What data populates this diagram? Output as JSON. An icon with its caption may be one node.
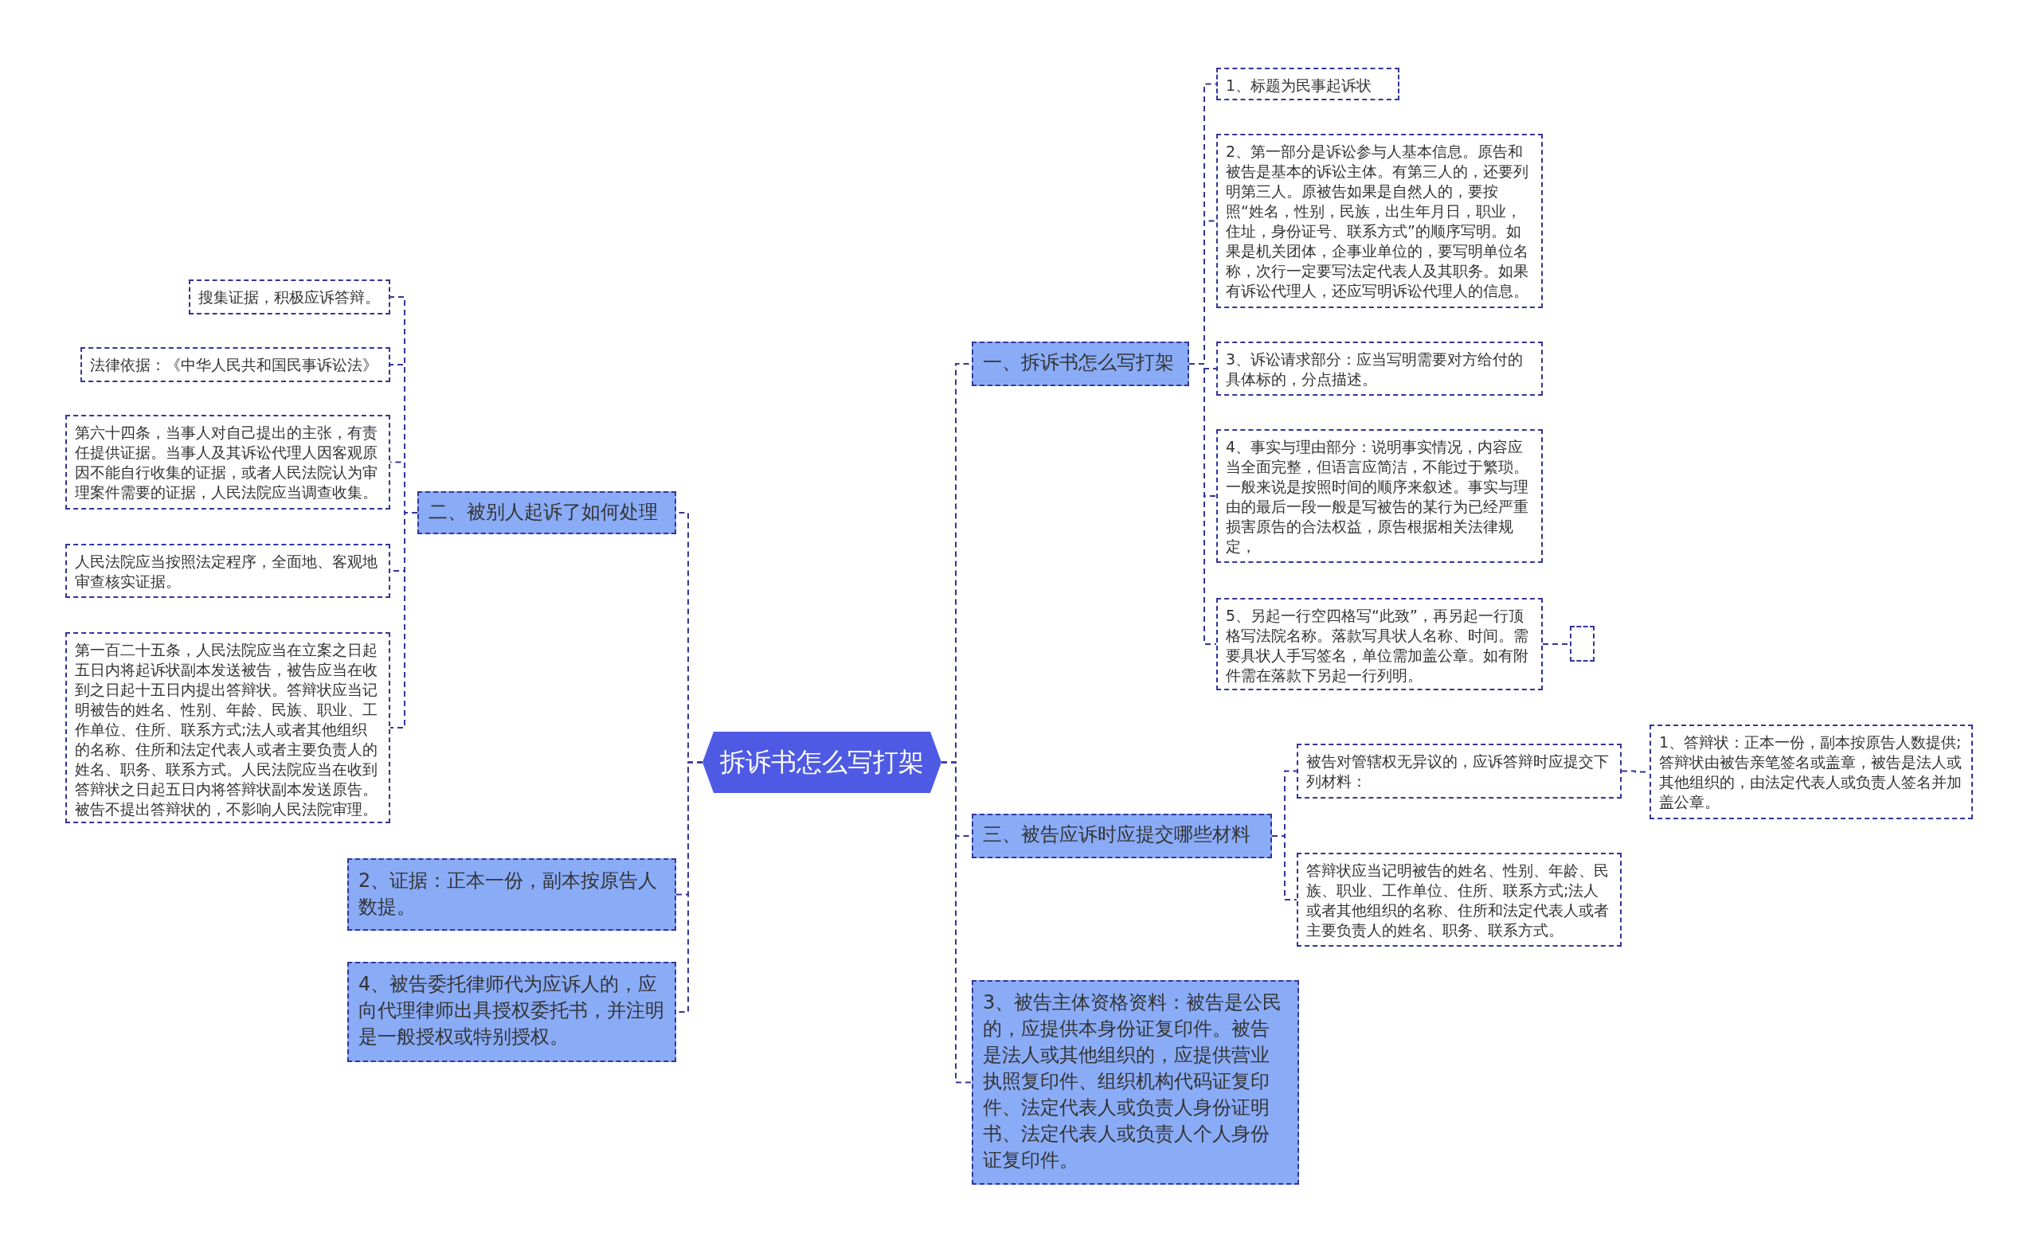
{
  "diagram": {
    "nodes": [
      {
        "text": [
          "拆诉书怎么写打架"
        ]
      },
      {
        "text": [
          "一、拆诉书怎么写打架"
        ]
      },
      {
        "text": [
          "1、标题为民事起诉状"
        ]
      },
      {
        "text": [
          "2、第一部分是诉讼参与人基本信息。原告和被告是基本的诉讼主体。有第三人的，还要列明第三人。原被告如果是自然人的，要按照“姓名，性别，民族，出生年月日，职业，住址，身份证号、联系方式”的顺序写明。如果是机关团体，企事业单位的，要写明单位名称，次行一定要写法定代表人及其职务。如果有诉讼代理人，还应写明诉讼代理人的信息。"
        ]
      },
      {
        "text": [
          "3、诉讼请求部分：应当写明需要对方给付的具体标的，分点描述。"
        ]
      },
      {
        "text": [
          "4、事实与理由部分：说明事实情况，内容应当全面完整，但语言应简洁，不能过于繁琐。一般来说是按照时间的顺序来叙述。事实与理由的最后一段一般是写被告的某行为已经严重损害原告的合法权益，原告根据相关法律规定，"
        ]
      },
      {
        "text": [
          "5、另起一行空四格写“此致”，再另起一行顶格写法院名称。落款写具状人名称、时间。需要具状人手写签名，单位需加盖公章。如有附件需在落款下另起一行列明。"
        ]
      },
      {
        "text": [],
        "shape": "box"
      },
      {
        "text": [
          "三、被告应诉时应提交哪些材料"
        ]
      },
      {
        "text": [
          "被告对管辖权无异议的，应诉答辩时应提交下列材料："
        ]
      },
      {
        "text": [
          "1、答辩状：正本一份，副本按原告人数提供;答辩状由被告亲笔签名或盖章，被告是法人或其他组织的，由法定代表人或负责人签名并加盖公章。"
        ]
      },
      {
        "text": [
          "答辩状应当记明被告的姓名、性别、年龄、民族、职业、工作单位、住所、联系方式;法人或者其他组织的名称、住所和法定代表人或者主要负责人的姓名、职务、联系方式。"
        ]
      },
      {
        "text": [
          "3、被告主体资格资料：被告是公民的，应提供本身份证复印件。被告是法人或其他组织的，应提供营业执照复印件、组织机构代码证复印件、法定代表人或负责人身份证明书、法定代表人或负责人个人身份证复印件。"
        ]
      },
      {
        "text": [
          "二、被别人起诉了如何处理"
        ]
      },
      {
        "text": [
          "搜集证据，积极应诉答辩。"
        ]
      },
      {
        "text": [
          "法律依据：《中华人民共和国民事诉讼法》"
        ]
      },
      {
        "text": [
          "第六十四条，当事人对自己提出的主张，有责任提供证据。当事人及其诉讼代理人因客观原因不能自行收集的证据，或者人民法院认为审理案件需要的证据，人民法院应当调查收集。"
        ]
      },
      {
        "text": [
          "人民法院应当按照法定程序，全面地、客观地审查核实证据。"
        ]
      },
      {
        "text": [
          "第一百二十五条，人民法院应当在立案之日起五日内将起诉状副本发送被告，被告应当在收到之日起十五日内提出答辩状。答辩状应当记明被告的姓名、性别、年龄、民族、职业、工作单位、住所、联系方式;法人或者其他组织的名称、住所和法定代表人或者主要负责人的姓名、职务、联系方式。人民法院应当在收到答辩状之日起五日内将答辩状副本发送原告。被告不提出答辩状的，不影响人民法院审理。"
        ]
      },
      {
        "text": [
          "2、证据：正本一份，副本按原告人数提。"
        ]
      },
      {
        "text": [
          "4、被告委托律师代为应诉人的，应向代理律师出具授权委托书，并注明是一般授权或特别授权。"
        ]
      }
    ],
    "edges": [
      {
        "from": 0,
        "to": 1,
        "arrow": "none"
      },
      {
        "from": 1,
        "to": 2,
        "arrow": "none"
      },
      {
        "from": 1,
        "to": 3,
        "arrow": "none"
      },
      {
        "from": 1,
        "to": 4,
        "arrow": "none"
      },
      {
        "from": 1,
        "to": 5,
        "arrow": "none"
      },
      {
        "from": 1,
        "to": 6,
        "arrow": "none"
      },
      {
        "from": 6,
        "to": 7,
        "arrow": "none"
      },
      {
        "from": 0,
        "to": 8,
        "arrow": "none"
      },
      {
        "from": 8,
        "to": 9,
        "arrow": "none"
      },
      {
        "from": 9,
        "to": 10,
        "arrow": "none"
      },
      {
        "from": 8,
        "to": 11,
        "arrow": "none"
      },
      {
        "from": 0,
        "to": 12,
        "arrow": "none"
      },
      {
        "from": 0,
        "to": 13,
        "arrow": "none"
      },
      {
        "from": 13,
        "to": 14,
        "arrow": "none"
      },
      {
        "from": 13,
        "to": 15,
        "arrow": "none"
      },
      {
        "from": 13,
        "to": 16,
        "arrow": "none"
      },
      {
        "from": 13,
        "to": 17,
        "arrow": "none"
      },
      {
        "from": 13,
        "to": 18,
        "arrow": "none"
      },
      {
        "from": 0,
        "to": 19,
        "arrow": "none"
      },
      {
        "from": 0,
        "to": 20,
        "arrow": "none"
      }
    ]
  }
}
